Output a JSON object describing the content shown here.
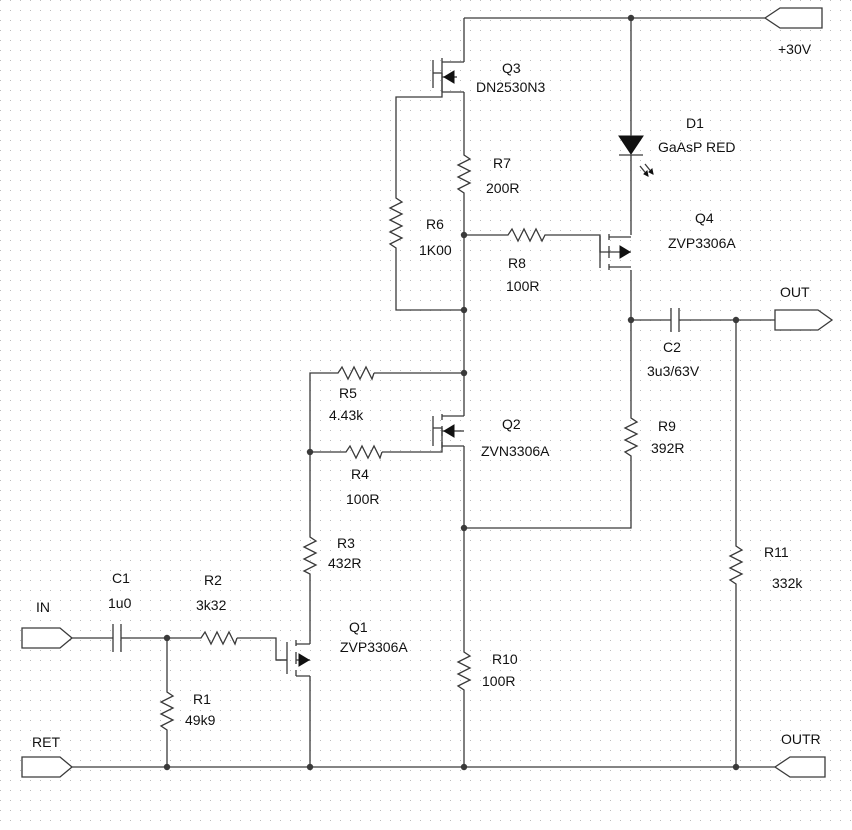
{
  "ports": {
    "vplus": "+30V",
    "input": "IN",
    "ret": "RET",
    "out": "OUT",
    "outr": "OUTR"
  },
  "components": {
    "Q1": {
      "ref": "Q1",
      "value": "ZVP3306A"
    },
    "Q2": {
      "ref": "Q2",
      "value": "ZVN3306A"
    },
    "Q3": {
      "ref": "Q3",
      "value": "DN2530N3"
    },
    "Q4": {
      "ref": "Q4",
      "value": "ZVP3306A"
    },
    "D1": {
      "ref": "D1",
      "value": "GaAsP RED"
    },
    "C1": {
      "ref": "C1",
      "value": "1u0"
    },
    "C2": {
      "ref": "C2",
      "value": "3u3/63V"
    },
    "R1": {
      "ref": "R1",
      "value": "49k9"
    },
    "R2": {
      "ref": "R2",
      "value": "3k32"
    },
    "R3": {
      "ref": "R3",
      "value": "432R"
    },
    "R4": {
      "ref": "R4",
      "value": "100R"
    },
    "R5": {
      "ref": "R5",
      "value": "4.43k"
    },
    "R6": {
      "ref": "R6",
      "value": "1K00"
    },
    "R7": {
      "ref": "R7",
      "value": "200R"
    },
    "R8": {
      "ref": "R8",
      "value": "100R"
    },
    "R9": {
      "ref": "R9",
      "value": "392R"
    },
    "R10": {
      "ref": "R10",
      "value": "100R"
    },
    "R11": {
      "ref": "R11",
      "value": "332k"
    }
  }
}
